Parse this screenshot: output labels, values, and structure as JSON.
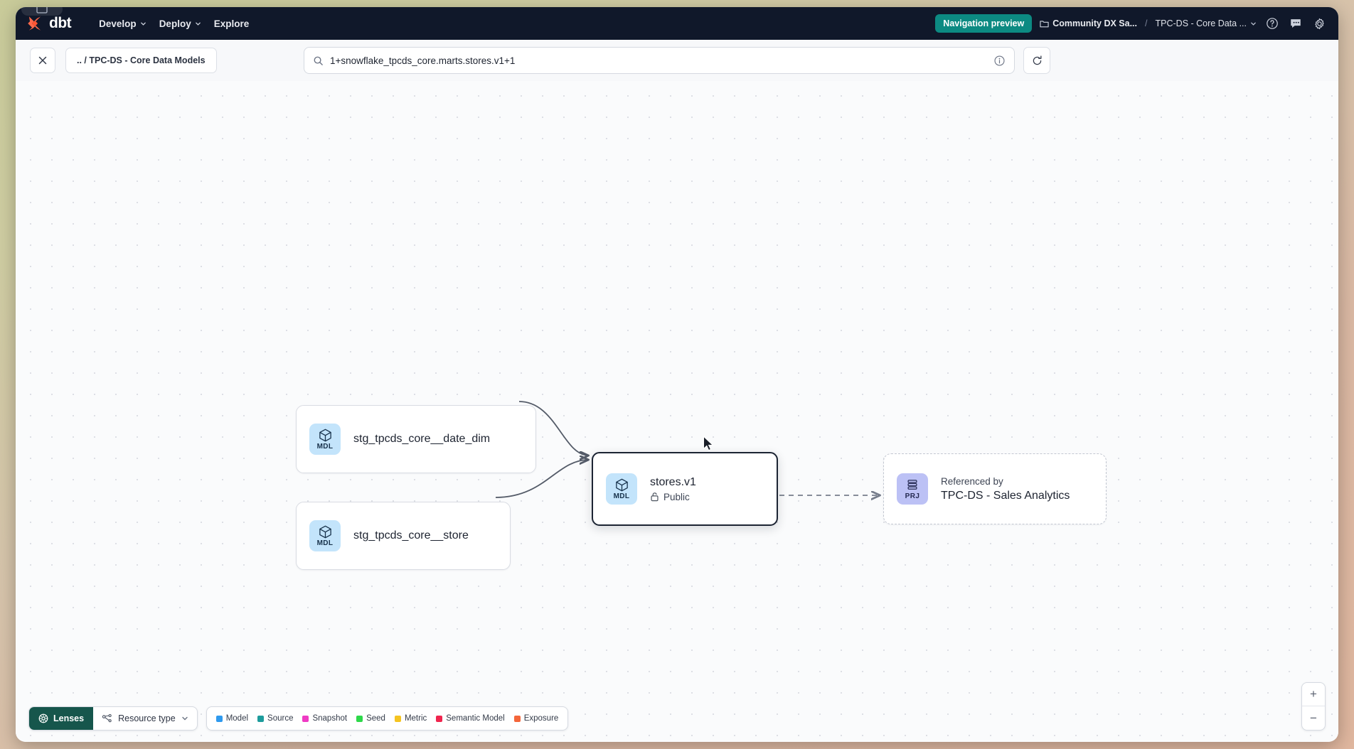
{
  "topnav": {
    "brand": "dbt",
    "brand_icon": "dbt-x-logo-icon",
    "menu": [
      {
        "label": "Develop",
        "has_chevron": true
      },
      {
        "label": "Deploy",
        "has_chevron": true
      },
      {
        "label": "Explore",
        "has_chevron": false
      }
    ],
    "preview_badge": "Navigation preview",
    "account_crumb": "Community DX Sa...",
    "crumb_separator": "/",
    "project_crumb": "TPC-DS - Core Data ...",
    "icons": [
      "help-circle-icon",
      "feedback-icon",
      "settings-gear-icon"
    ],
    "accent_teal": "#0c8a82",
    "background": "#10182a"
  },
  "toolbar": {
    "close_label": "✕",
    "breadcrumb": ".. / TPC-DS - Core Data Models",
    "search_value": "1+snowflake_tpcds_core.marts.stores.v1+1",
    "search_placeholder": "Search lineage",
    "search_icon": "search-icon",
    "info_icon": "info-circle-icon",
    "refresh_icon": "refresh-icon"
  },
  "graph": {
    "nodes": [
      {
        "id": "stg_date_dim",
        "badge": "MDL",
        "badge_icon": "cube-icon",
        "title": "stg_tpcds_core__date_dim",
        "selected": false,
        "dashed": false
      },
      {
        "id": "stg_store",
        "badge": "MDL",
        "badge_icon": "cube-icon",
        "title": "stg_tpcds_core__store",
        "selected": false,
        "dashed": false
      },
      {
        "id": "stores_v1",
        "badge": "MDL",
        "badge_icon": "cube-icon",
        "title": "stores.v1",
        "access": "Public",
        "access_icon": "unlock-icon",
        "selected": true,
        "dashed": false
      },
      {
        "id": "referenced_by_project",
        "badge": "PRJ",
        "badge_icon": "layers-stack-icon",
        "eyebrow": "Referenced by",
        "title": "TPC-DS - Sales Analytics",
        "selected": false,
        "dashed": true
      }
    ]
  },
  "bottombar": {
    "lenses_label": "Lenses",
    "lenses_icon": "lens-icon",
    "resource_type_label": "Resource type",
    "resource_type_icon": "nodes-icon",
    "chevron_icon": "chevron-down-icon",
    "legend": [
      {
        "label": "Model",
        "color": "#2f9aee"
      },
      {
        "label": "Source",
        "color": "#1d9c9c"
      },
      {
        "label": "Snapshot",
        "color": "#ef3bc4"
      },
      {
        "label": "Seed",
        "color": "#2ed84a"
      },
      {
        "label": "Metric",
        "color": "#f5c421"
      },
      {
        "label": "Semantic Model",
        "color": "#f0254e"
      },
      {
        "label": "Exposure",
        "color": "#f4663a"
      }
    ]
  },
  "zoom_controls": {
    "zoom_in": "+",
    "zoom_out": "−"
  }
}
